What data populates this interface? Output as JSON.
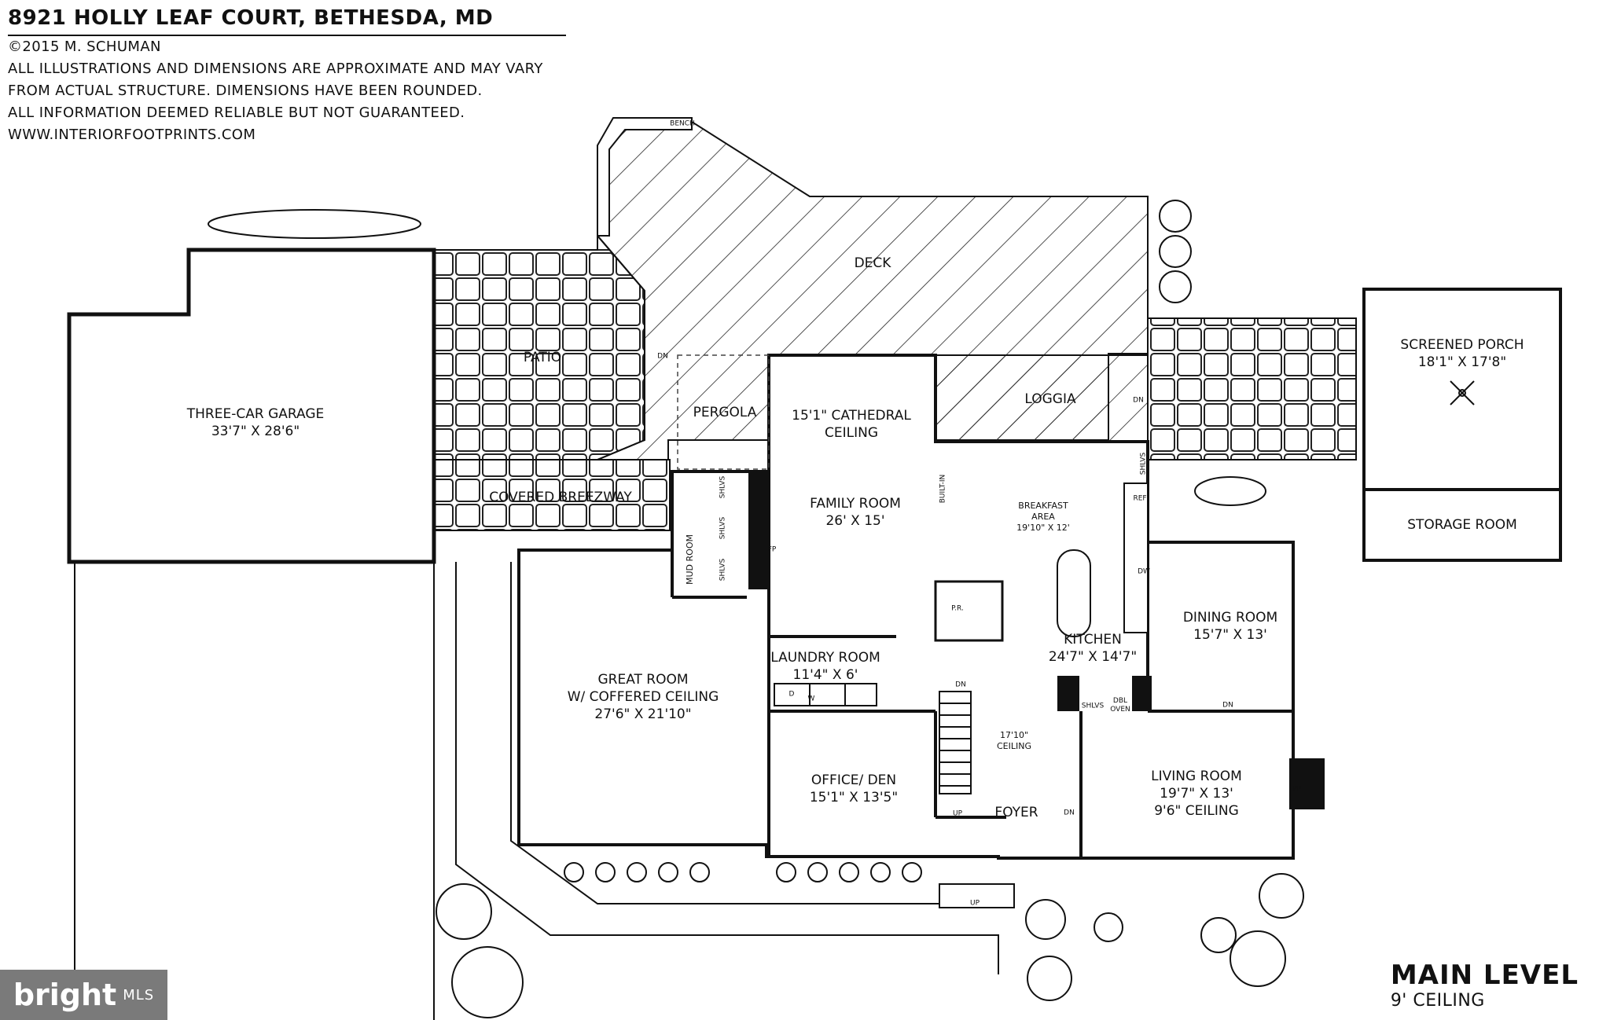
{
  "header": {
    "title": "8921 HOLLY LEAF COURT, BETHESDA, MD",
    "copyright": "©2015 M. SCHUMAN",
    "disclaimer_1": "ALL ILLUSTRATIONS AND DIMENSIONS ARE APPROXIMATE AND MAY VARY",
    "disclaimer_2": "FROM ACTUAL STRUCTURE. DIMENSIONS HAVE BEEN ROUNDED.",
    "disclaimer_3": "ALL INFORMATION DEEMED RELIABLE BUT NOT GUARANTEED.",
    "website": "WWW.INTERIORFOOTPRINTS.COM"
  },
  "rooms": {
    "garage": "THREE-CAR GARAGE\n33'7\" X 28'6\"",
    "patio": "PATIO",
    "deck": "DECK",
    "bench": "BENCH",
    "pergola": "PERGOLA",
    "loggia": "LOGGIA",
    "screened_porch": "SCREENED PORCH\n18'1\" X 17'8\"",
    "storage_room": "STORAGE ROOM",
    "covered_breezeway": "COVERED BREEZWAY",
    "mud_room": "MUD ROOM",
    "cathedral": "15'1\" CATHEDRAL\nCEILING",
    "family_room": "FAMILY ROOM\n26' X 15'",
    "breakfast": "BREAKFAST\nAREA\n19'10\" X 12'",
    "built_in": "BUILT-IN",
    "ref": "REF",
    "dw": "DW",
    "pr": "P.R.",
    "kitchen": "KITCHEN\n24'7\" X 14'7\"",
    "dining_room": "DINING ROOM\n15'7\" X 13'",
    "great_room": "GREAT ROOM\nW/ COFFERED CEILING\n27'6\" X 21'10\"",
    "laundry_room": "LAUNDRY ROOM\n11'4\" X 6'",
    "office": "OFFICE/ DEN\n15'1\" X 13'5\"",
    "ceiling_17": "17'10\"\nCEILING",
    "foyer": "FOYER",
    "living_room": "LIVING ROOM\n19'7\" X 13'\n9'6\" CEILING",
    "dbl_oven": "DBL\nOVEN",
    "fp": "FP",
    "shlvs": "SHLVS",
    "dn": "DN",
    "up": "UP",
    "dryer": "D",
    "washer": "W"
  },
  "footer": {
    "level": "MAIN LEVEL",
    "ceiling": "9' CEILING"
  },
  "watermark": {
    "brand": "bright",
    "suffix": "MLS"
  }
}
